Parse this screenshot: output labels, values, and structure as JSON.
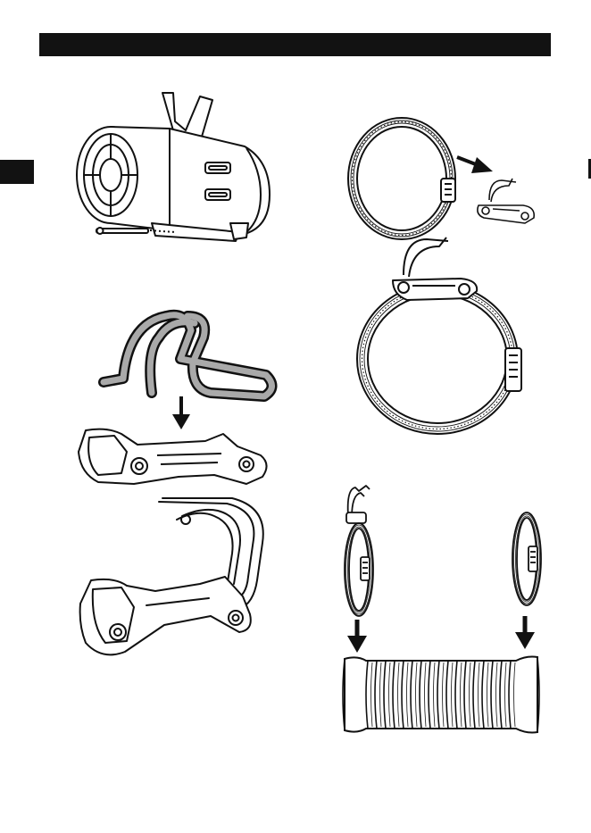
{
  "colors": {
    "bar": "#121212",
    "ink": "#111111",
    "hose_fill": "#a9a9a9",
    "paper": "#ffffff"
  },
  "icons": [
    "tool-motor-unit-illustration",
    "hose-clamp-ring-illustration",
    "clamp-arrow-icon",
    "clip-bracket-small-illustration",
    "clamp-with-bracket-illustration",
    "wire-clip-illustration",
    "down-arrow-icon",
    "bracket-plate-illustration",
    "assembled-bracket-illustration",
    "small-clamp-with-clip-illustration",
    "small-clamp-illustration",
    "corrugated-hose-illustration"
  ]
}
